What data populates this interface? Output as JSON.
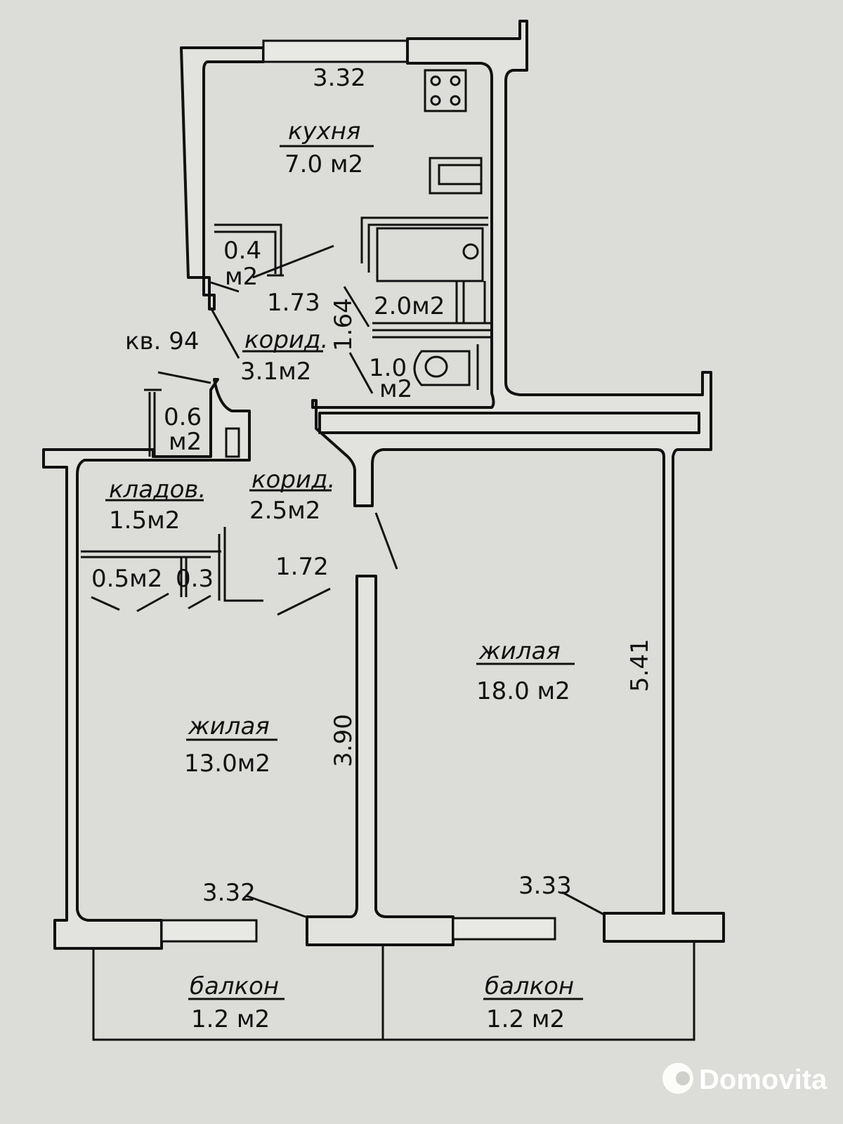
{
  "apartment": {
    "label": "кв. 94"
  },
  "rooms": {
    "kitchen": {
      "name": "кухня",
      "area": "7.0 м2"
    },
    "pantry_small": {
      "area_value": "0.4",
      "unit": "м2"
    },
    "bathroom": {
      "area": "2.0м2"
    },
    "toilet": {
      "area_value": "1.0",
      "unit": "м2"
    },
    "corridor_1": {
      "name": "корид.",
      "area": "3.1м2"
    },
    "niche": {
      "area_value": "0.6",
      "unit": "м2"
    },
    "storage": {
      "name": "кладов.",
      "area": "1.5м2"
    },
    "corridor_2": {
      "name": "корид.",
      "area": "2.5м2"
    },
    "closet_a": {
      "area": "0.5м2"
    },
    "closet_b": {
      "area": "0.3"
    },
    "living_small": {
      "name": "жилая",
      "area": "13.0м2"
    },
    "living_large": {
      "name": "жилая",
      "area": "18.0 м2"
    },
    "balcony_left": {
      "name": "балкон",
      "area": "1.2 м2"
    },
    "balcony_right": {
      "name": "балкон",
      "area": "1.2 м2"
    }
  },
  "dimensions": {
    "kitchen_width": "3.32",
    "corridor_1_width": "1.73",
    "corridor_1_length": "1.64",
    "corridor_2_width": "1.72",
    "living_small_length": "3.90",
    "living_large_length": "5.41",
    "living_small_width": "3.32",
    "living_large_width": "3.33"
  },
  "watermark": {
    "text": "Domovita"
  }
}
